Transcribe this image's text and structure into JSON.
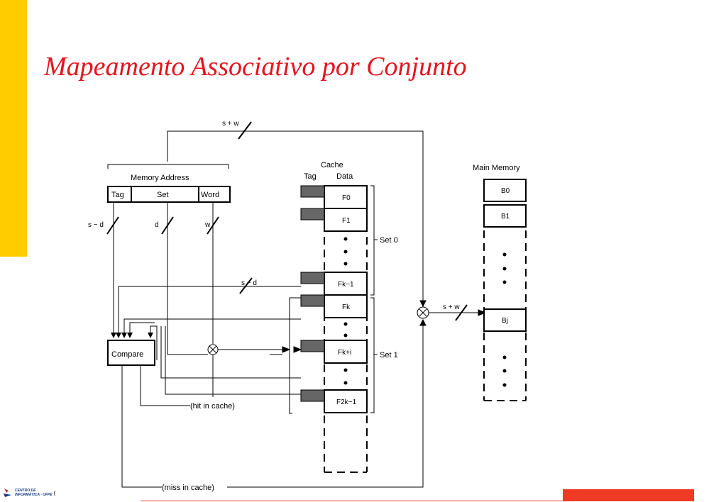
{
  "slide": {
    "title": "Mapeamento Associativo por Conjunto",
    "footer_org": [
      "CENTRO DE",
      "INFORMÁTICA - UFPE"
    ],
    "footer_paren": "(",
    "colors": {
      "title": "#e8141b",
      "accent_bar": "#ffcc00",
      "footer_bar": "#ef3b24"
    }
  },
  "diagram": {
    "s_plus_w": "s + w",
    "memory_address": "Memory Address",
    "fields": [
      "Tag",
      "Set",
      "Word"
    ],
    "s_minus_d": "s − d",
    "d": "d",
    "w": "w",
    "cache": "Cache",
    "tag": "Tag",
    "data": "Data",
    "lines": [
      "F0",
      "F1",
      "Fk−1",
      "Fk",
      "Fk+i",
      "F2k−1"
    ],
    "set0": "Set 0",
    "set1": "Set 1",
    "compare": "Compare",
    "hit": "(hit in cache)",
    "miss": "(miss in cache)",
    "main_memory": "Main Memory",
    "blocks": [
      "B0",
      "B1",
      "Bj"
    ]
  }
}
